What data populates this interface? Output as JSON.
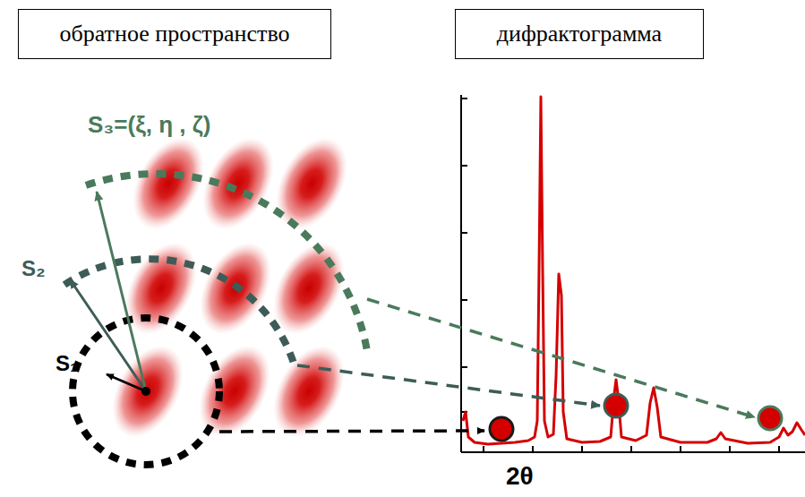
{
  "diagram": {
    "nodes": [
      {
        "text": [
          "обратное пространство"
        ]
      },
      {
        "text": [
          "дифрактограмма"
        ]
      }
    ],
    "labels": [
      "S₃=(ξ, η , ζ)",
      "S₂",
      "S₁",
      "2θ"
    ]
  }
}
